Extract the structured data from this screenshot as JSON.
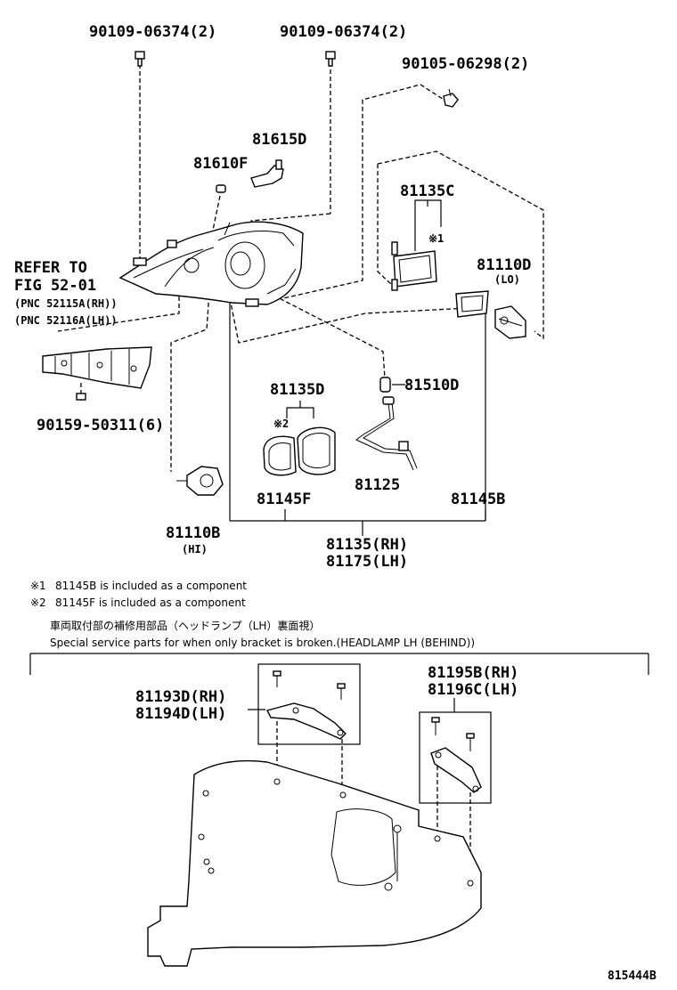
{
  "labels": {
    "bolt_a": "90109-06374(2)",
    "bolt_b": "90109-06374(2)",
    "screw_top": "90105-06298(2)",
    "socket_d": "81615D",
    "bulb_f": "81610F",
    "cover_c": "81135C",
    "mark_1": "※1",
    "bulb_lo_part": "81110D",
    "lo": "(LO)",
    "refer1": "REFER TO",
    "refer2": "FIG 52-01",
    "pnc_rh": "(PNC 52115A(RH))",
    "pnc_lh": "(PNC 52116A(LH))",
    "cover_d": "81135D",
    "mark_2": "※2",
    "socket_510d": "81510D",
    "clip_bolt": "90159-50311(6)",
    "cover_145f": "81145F",
    "wire_125": "81125",
    "cover_145b": "81145B",
    "bulb_hi_part": "81110B",
    "hi": "(HI)",
    "unit_rh": "81135(RH)",
    "unit_lh": "81175(LH)"
  },
  "notes": {
    "n1_mark": "※1",
    "n1_text": "81145B is included as a component",
    "n2_mark": "※2",
    "n2_text": "81145F is included as a component",
    "jp_title": "車両取付部の補修用部品（ヘッドランプ（LH）裏面視）",
    "en_title": "Special service parts for when only bracket is broken.(HEADLAMP LH (BEHIND))"
  },
  "lower": {
    "bracket_d_rh": "81193D(RH)",
    "bracket_d_lh": "81194D(LH)",
    "bracket_b_rh": "81195B(RH)",
    "bracket_c_lh": "81196C(LH)"
  },
  "diagram_id": "815444B"
}
